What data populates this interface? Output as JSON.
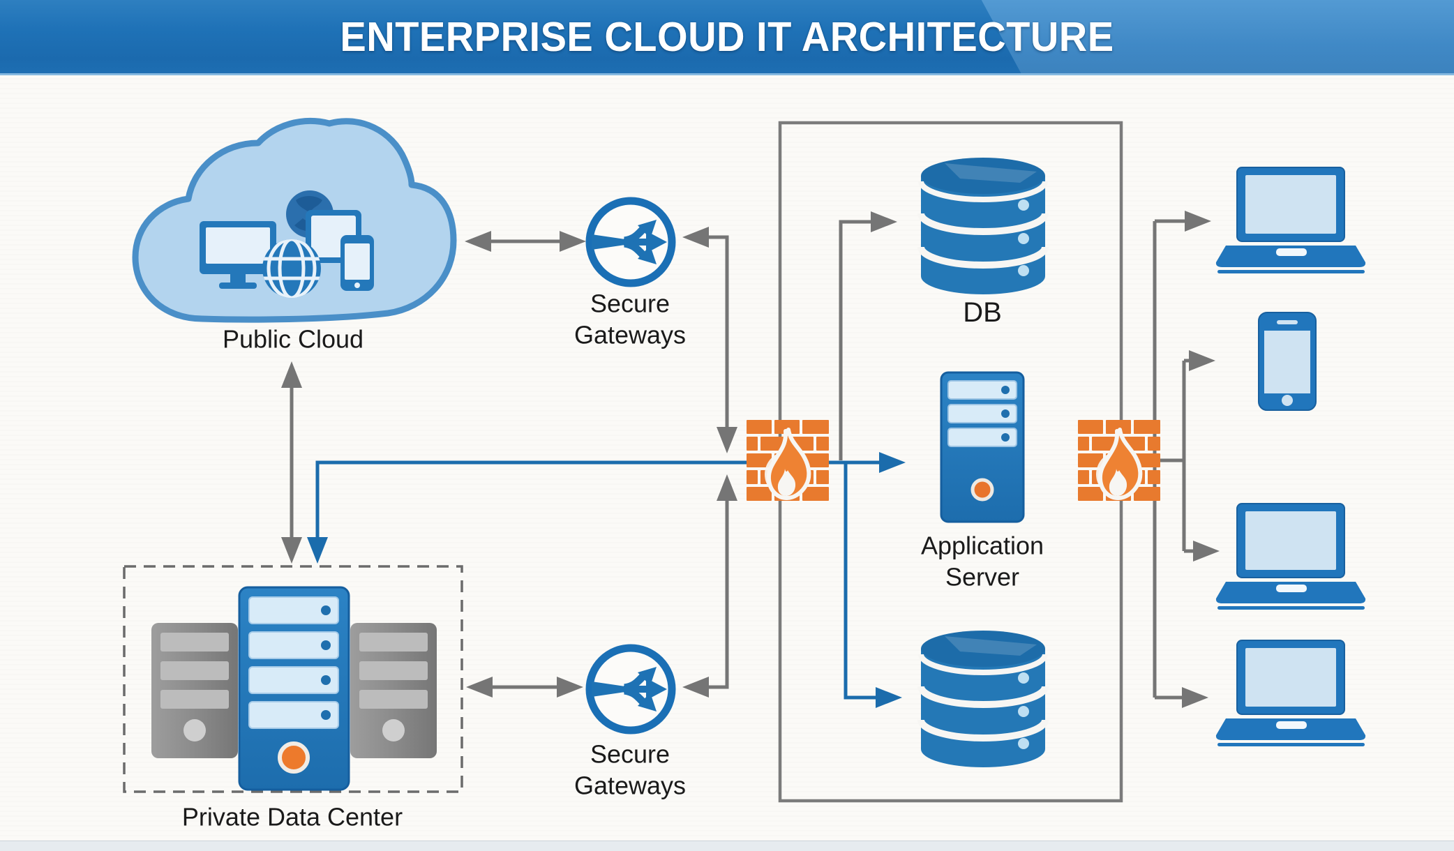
{
  "title": "ENTERPRISE CLOUD IT ARCHITECTURE",
  "nodes": {
    "public_cloud": {
      "label": "Public Cloud"
    },
    "secure_gateways_top": {
      "label": "Secure\nGateways"
    },
    "secure_gateways_bottom": {
      "label": "Secure\nGateways"
    },
    "private_data_center": {
      "label": "Private Data Center"
    },
    "db": {
      "label": "DB"
    },
    "application_server": {
      "label": "Application\nServer"
    }
  },
  "icons": [
    "public-cloud-icon",
    "secure-gateway-icon",
    "firewall-icon",
    "database-icon",
    "application-server-icon",
    "server-tower-icon",
    "laptop-icon",
    "smartphone-icon"
  ],
  "colors": {
    "banner_blue": "#1F72B7",
    "banner_blue_light": "#4089C6",
    "icon_blue": "#2176BC",
    "icon_blue_dark": "#1A6FB5",
    "icon_blue_light": "#CFE3F2",
    "firewall_orange": "#E87A2E",
    "line_gray": "#757575",
    "line_blue": "#1B6CAC",
    "label_color": "#1A1A1A",
    "background": "#FBFAF7"
  }
}
